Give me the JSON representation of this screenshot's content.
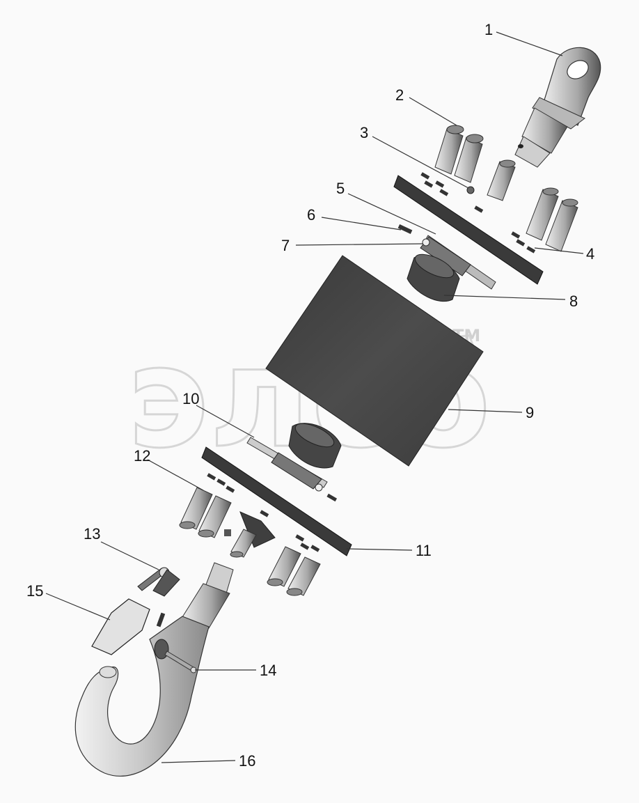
{
  "watermark": {
    "text": "элсб",
    "mark": "TM"
  },
  "callouts": [
    {
      "id": "1",
      "label": "1"
    },
    {
      "id": "2",
      "label": "2"
    },
    {
      "id": "3",
      "label": "3"
    },
    {
      "id": "4",
      "label": "4"
    },
    {
      "id": "5",
      "label": "5"
    },
    {
      "id": "6",
      "label": "6"
    },
    {
      "id": "7",
      "label": "7"
    },
    {
      "id": "8",
      "label": "8"
    },
    {
      "id": "9",
      "label": "9"
    },
    {
      "id": "10",
      "label": "10"
    },
    {
      "id": "11",
      "label": "11"
    },
    {
      "id": "12",
      "label": "12"
    },
    {
      "id": "13",
      "label": "13"
    },
    {
      "id": "14",
      "label": "14"
    },
    {
      "id": "15",
      "label": "15"
    },
    {
      "id": "16",
      "label": "16"
    }
  ],
  "colors": {
    "part_dark": "#3a3a3a",
    "part_mid": "#8a8a8a",
    "part_light": "#d9d9d9",
    "block": "#4a4a4a",
    "watermark": "#d6d6d6"
  }
}
